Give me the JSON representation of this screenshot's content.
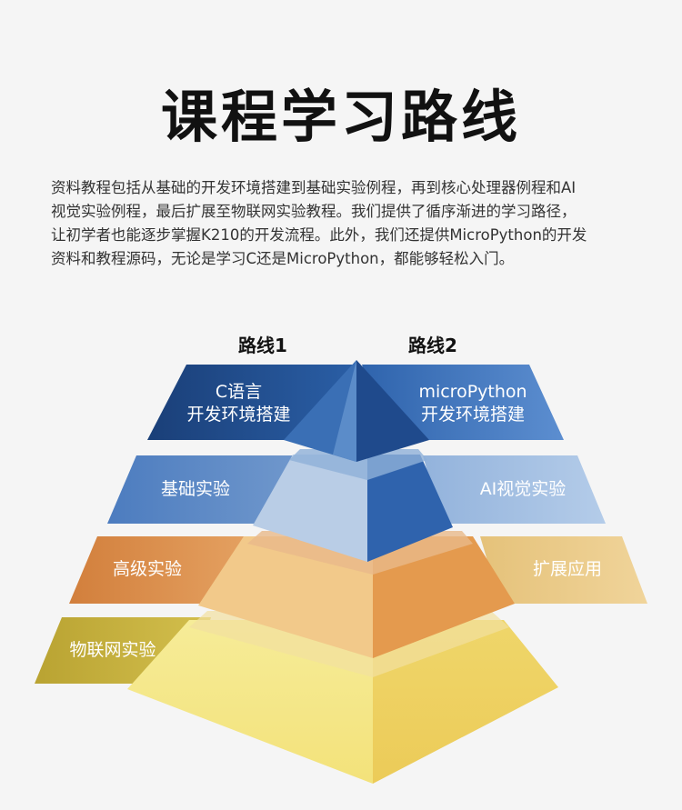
{
  "title": "课程学习路线",
  "intro_lines": [
    "资料教程包括从基础的开发环境搭建到基础实验例程，再到核心处理器例程和AI",
    "视觉实验例程，最后扩展至物联网实验教程。我们提供了循序渐进的学习路径，",
    "让初学者也能逐步掌握K210的开发流程。此外，我们还提供MicroPython的开发",
    "资料和教程源码，无论是学习C还是MicroPython，都能够轻松入门。"
  ],
  "routes": {
    "route1": "路线1",
    "route2": "路线2"
  },
  "levels": [
    {
      "left_line1": "C语言",
      "left_line2": "开发环境搭建",
      "right_line1": "microPython",
      "right_line2": "开发环境搭建"
    },
    {
      "left": "基础实验",
      "right": "AI视觉实验"
    },
    {
      "left": "高级实验",
      "right": "扩展应用"
    },
    {
      "left": "物联网实验"
    }
  ],
  "colors": {
    "level1": "#1f4e8c",
    "level2": "#4a7ab8",
    "level3": "#d9894a",
    "level4": "#c9b33c"
  }
}
